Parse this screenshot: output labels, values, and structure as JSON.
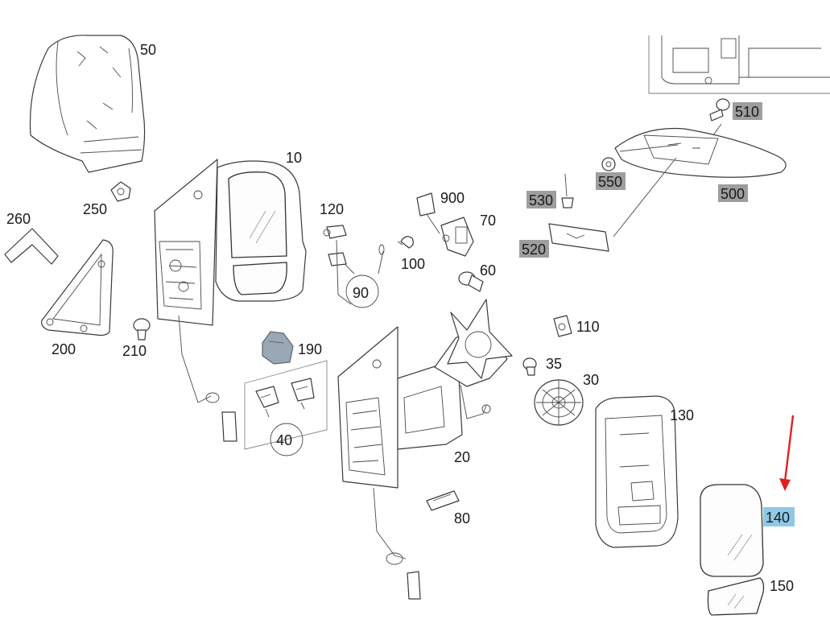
{
  "labels": {
    "l10": "10",
    "l20": "20",
    "l30": "30",
    "l35": "35",
    "l40": "40",
    "l50": "50",
    "l60": "60",
    "l70": "70",
    "l80": "80",
    "l90": "90",
    "l100": "100",
    "l110": "110",
    "l120": "120",
    "l130": "130",
    "l140": "140",
    "l150": "150",
    "l190": "190",
    "l200": "200",
    "l210": "210",
    "l250": "250",
    "l260": "260",
    "l500": "500",
    "l510": "510",
    "l520": "520",
    "l530": "530",
    "l550": "550",
    "l900": "900"
  },
  "colors": {
    "highlight_grey": "#9e9e9e",
    "highlight_blue": "#8ec8e6",
    "arrow_red": "#e02020",
    "part_190": "#9aa7b5"
  }
}
